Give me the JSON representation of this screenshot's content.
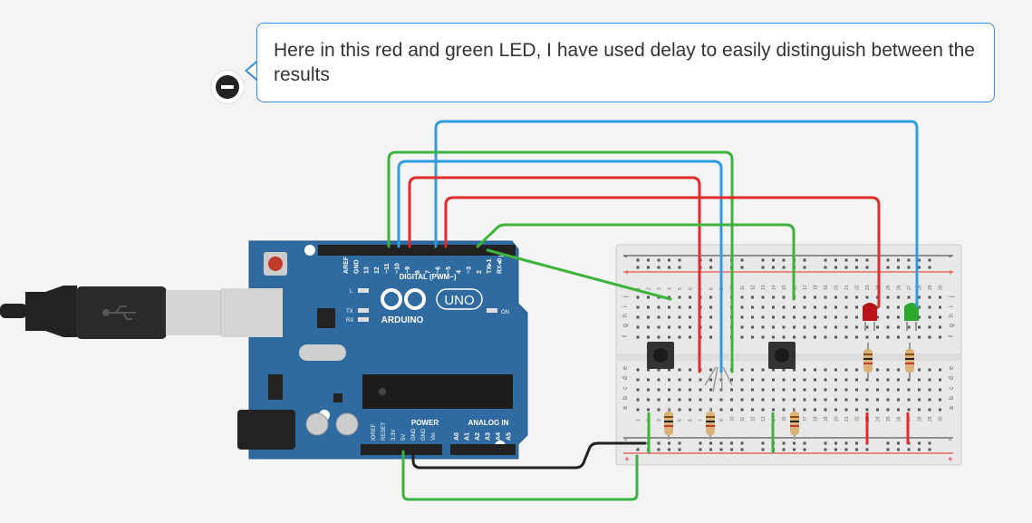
{
  "note": {
    "text": "Here in this red and green LED, I have used delay to easily distinguish between the results"
  },
  "arduino": {
    "brand": "ARDUINO",
    "model": "UNO",
    "digital_label": "DIGITAL (PWM~)",
    "power_label": "POWER",
    "analog_label": "ANALOG IN",
    "on_label": "ON",
    "l_label": "L",
    "tx_label": "TX",
    "rx_label": "RX",
    "digital_pins": [
      "AREF",
      "GND",
      "13",
      "12",
      "~11",
      "~10",
      "~9",
      "8",
      "7",
      "~6",
      "~5",
      "4",
      "~3",
      "2",
      "TX▸1",
      "RX◂0"
    ],
    "power_pins": [
      "IOREF",
      "RESET",
      "3.3V",
      "5V",
      "GND",
      "GND",
      "Vin"
    ],
    "analog_pins": [
      "A0",
      "A1",
      "A2",
      "A3",
      "A4",
      "A5"
    ]
  },
  "breadboard": {
    "top_row_letters": [
      "j",
      "i",
      "h",
      "g",
      "f"
    ],
    "bottom_row_letters": [
      "e",
      "d",
      "c",
      "b",
      "a"
    ],
    "column_numbers": [
      "1",
      "2",
      "3",
      "4",
      "5",
      "6",
      "7",
      "8",
      "9",
      "10",
      "11",
      "12",
      "13",
      "14",
      "15",
      "16",
      "17",
      "18",
      "19",
      "20",
      "21",
      "22",
      "23",
      "24",
      "25",
      "26",
      "27",
      "28",
      "29",
      "30"
    ],
    "plus": "+",
    "minus": "-"
  },
  "colors": {
    "wire_red": "#e02b2b",
    "wire_green": "#3db33d",
    "wire_blue": "#2f9be0",
    "wire_black": "#222222",
    "board_blue": "#2f6aa1",
    "led_red": "#b8141a",
    "led_green": "#2fa82f"
  }
}
